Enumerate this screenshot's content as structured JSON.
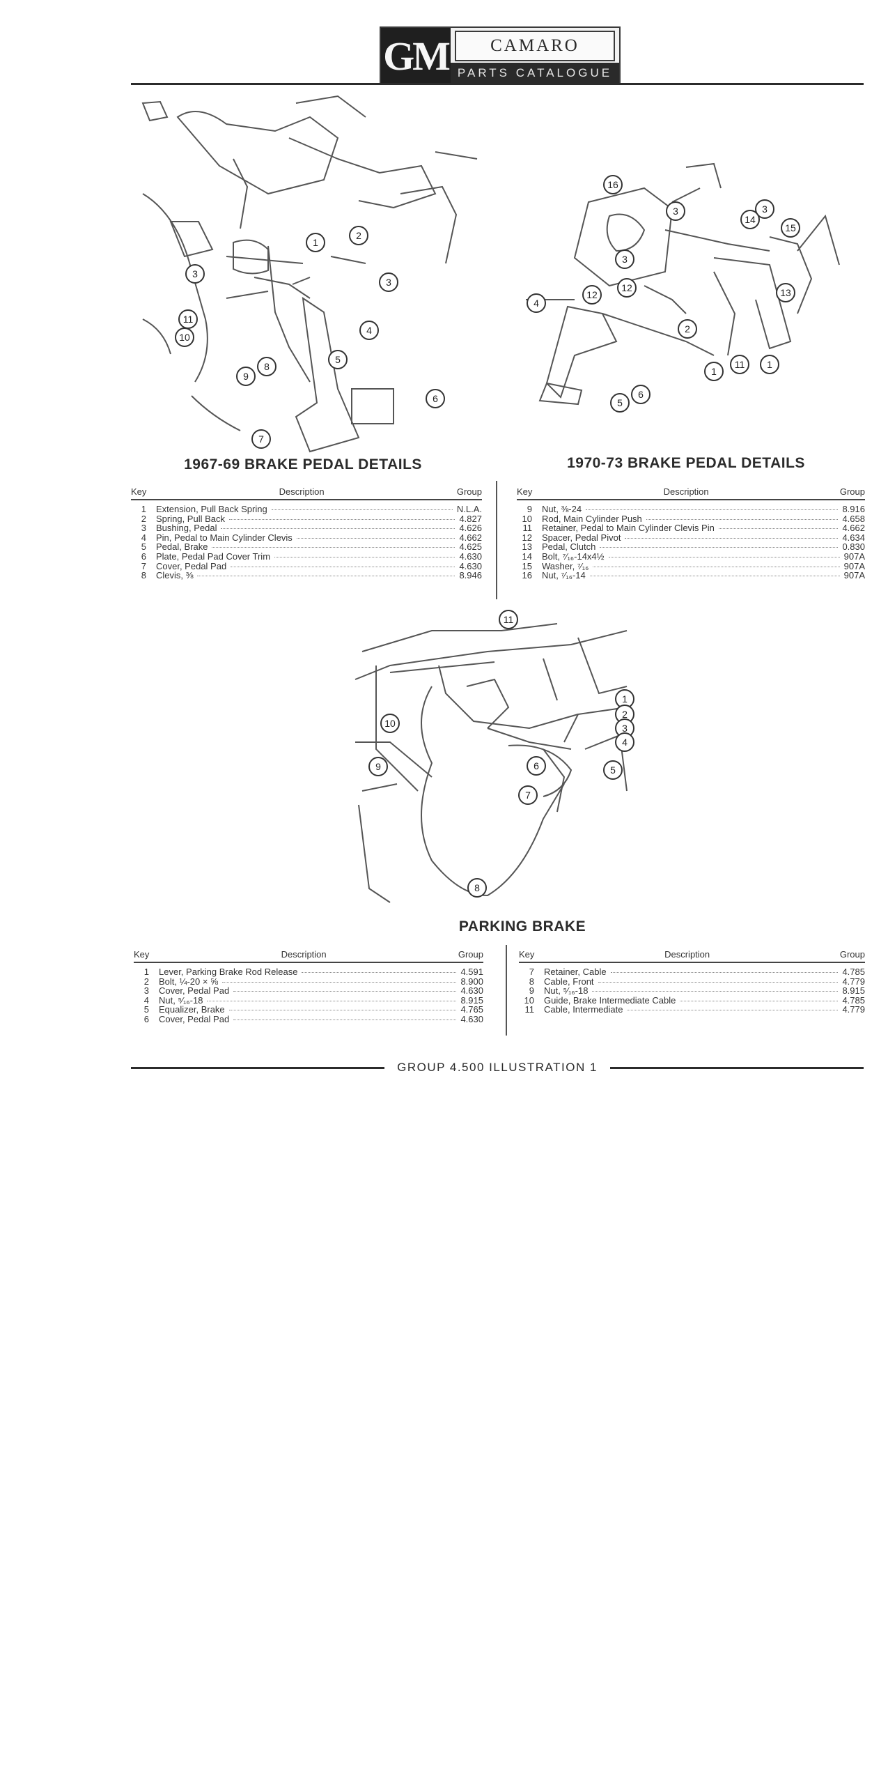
{
  "header": {
    "logo": "GM",
    "title": "CAMARO",
    "subtitle": "PARTS CATALOGUE"
  },
  "illustrations": {
    "early_callouts": [
      "1",
      "2",
      "3",
      "3",
      "4",
      "5",
      "6",
      "7",
      "8",
      "9",
      "10",
      "11"
    ],
    "late_callouts": [
      "1",
      "1",
      "2",
      "3",
      "3",
      "3",
      "4",
      "5",
      "6",
      "11",
      "12",
      "12",
      "13",
      "14",
      "15",
      "16"
    ],
    "parking_callouts": [
      "1",
      "2",
      "3",
      "4",
      "5",
      "6",
      "7",
      "8",
      "9",
      "10",
      "11"
    ]
  },
  "early": {
    "title": "1967-69 BRAKE PEDAL DETAILS",
    "col_key": "Key",
    "col_desc": "Description",
    "col_group": "Group",
    "rows": [
      {
        "key": "1",
        "desc": "Extension, Pull Back Spring",
        "group": "N.L.A."
      },
      {
        "key": "2",
        "desc": "Spring, Pull Back",
        "group": "4.827"
      },
      {
        "key": "3",
        "desc": "Bushing, Pedal",
        "group": "4.626"
      },
      {
        "key": "4",
        "desc": "Pin, Pedal to Main Cylinder Clevis",
        "group": "4.662"
      },
      {
        "key": "5",
        "desc": "Pedal, Brake",
        "group": "4.625"
      },
      {
        "key": "6",
        "desc": "Plate, Pedal Pad Cover Trim",
        "group": "4.630"
      },
      {
        "key": "7",
        "desc": "Cover, Pedal Pad",
        "group": "4.630"
      },
      {
        "key": "8",
        "desc": "Clevis, ⅜",
        "group": "8.946"
      }
    ]
  },
  "late": {
    "title": "1970-73 BRAKE PEDAL DETAILS",
    "col_key": "Key",
    "col_desc": "Description",
    "col_group": "Group",
    "rows": [
      {
        "key": "9",
        "desc": "Nut, ⅜-24",
        "group": "8.916"
      },
      {
        "key": "10",
        "desc": "Rod, Main Cylinder Push",
        "group": "4.658"
      },
      {
        "key": "11",
        "desc": "Retainer, Pedal to Main Cylinder Clevis Pin",
        "group": "4.662"
      },
      {
        "key": "12",
        "desc": "Spacer, Pedal Pivot",
        "group": "4.634"
      },
      {
        "key": "13",
        "desc": "Pedal, Clutch",
        "group": "0.830"
      },
      {
        "key": "14",
        "desc": "Bolt, ⁷⁄₁₆-14x4½",
        "group": "907A"
      },
      {
        "key": "15",
        "desc": "Washer, ⁷⁄₁₆",
        "group": "907A"
      },
      {
        "key": "16",
        "desc": "Nut, ⁷⁄₁₆-14",
        "group": "907A"
      }
    ]
  },
  "parking": {
    "title": "PARKING BRAKE",
    "col_key": "Key",
    "col_desc": "Description",
    "col_group": "Group",
    "left_rows": [
      {
        "key": "1",
        "desc": "Lever, Parking Brake Rod Release",
        "group": "4.591"
      },
      {
        "key": "2",
        "desc": "Bolt, ¼-20 × ⅝",
        "group": "8.900"
      },
      {
        "key": "3",
        "desc": "Cover, Pedal Pad",
        "group": "4.630"
      },
      {
        "key": "4",
        "desc": "Nut, ⁵⁄₁₆-18",
        "group": "8.915"
      },
      {
        "key": "5",
        "desc": "Equalizer, Brake",
        "group": "4.765"
      },
      {
        "key": "6",
        "desc": "Cover, Pedal Pad",
        "group": "4.630"
      }
    ],
    "right_rows": [
      {
        "key": "7",
        "desc": "Retainer, Cable",
        "group": "4.785"
      },
      {
        "key": "8",
        "desc": "Cable, Front",
        "group": "4.779"
      },
      {
        "key": "9",
        "desc": "Nut, ⁵⁄₁₆-18",
        "group": "8.915"
      },
      {
        "key": "10",
        "desc": "Guide, Brake Intermediate Cable",
        "group": "4.785"
      },
      {
        "key": "11",
        "desc": "Cable, Intermediate",
        "group": "4.779"
      }
    ]
  },
  "footer": {
    "text": "GROUP 4.500 ILLUSTRATION 1"
  }
}
